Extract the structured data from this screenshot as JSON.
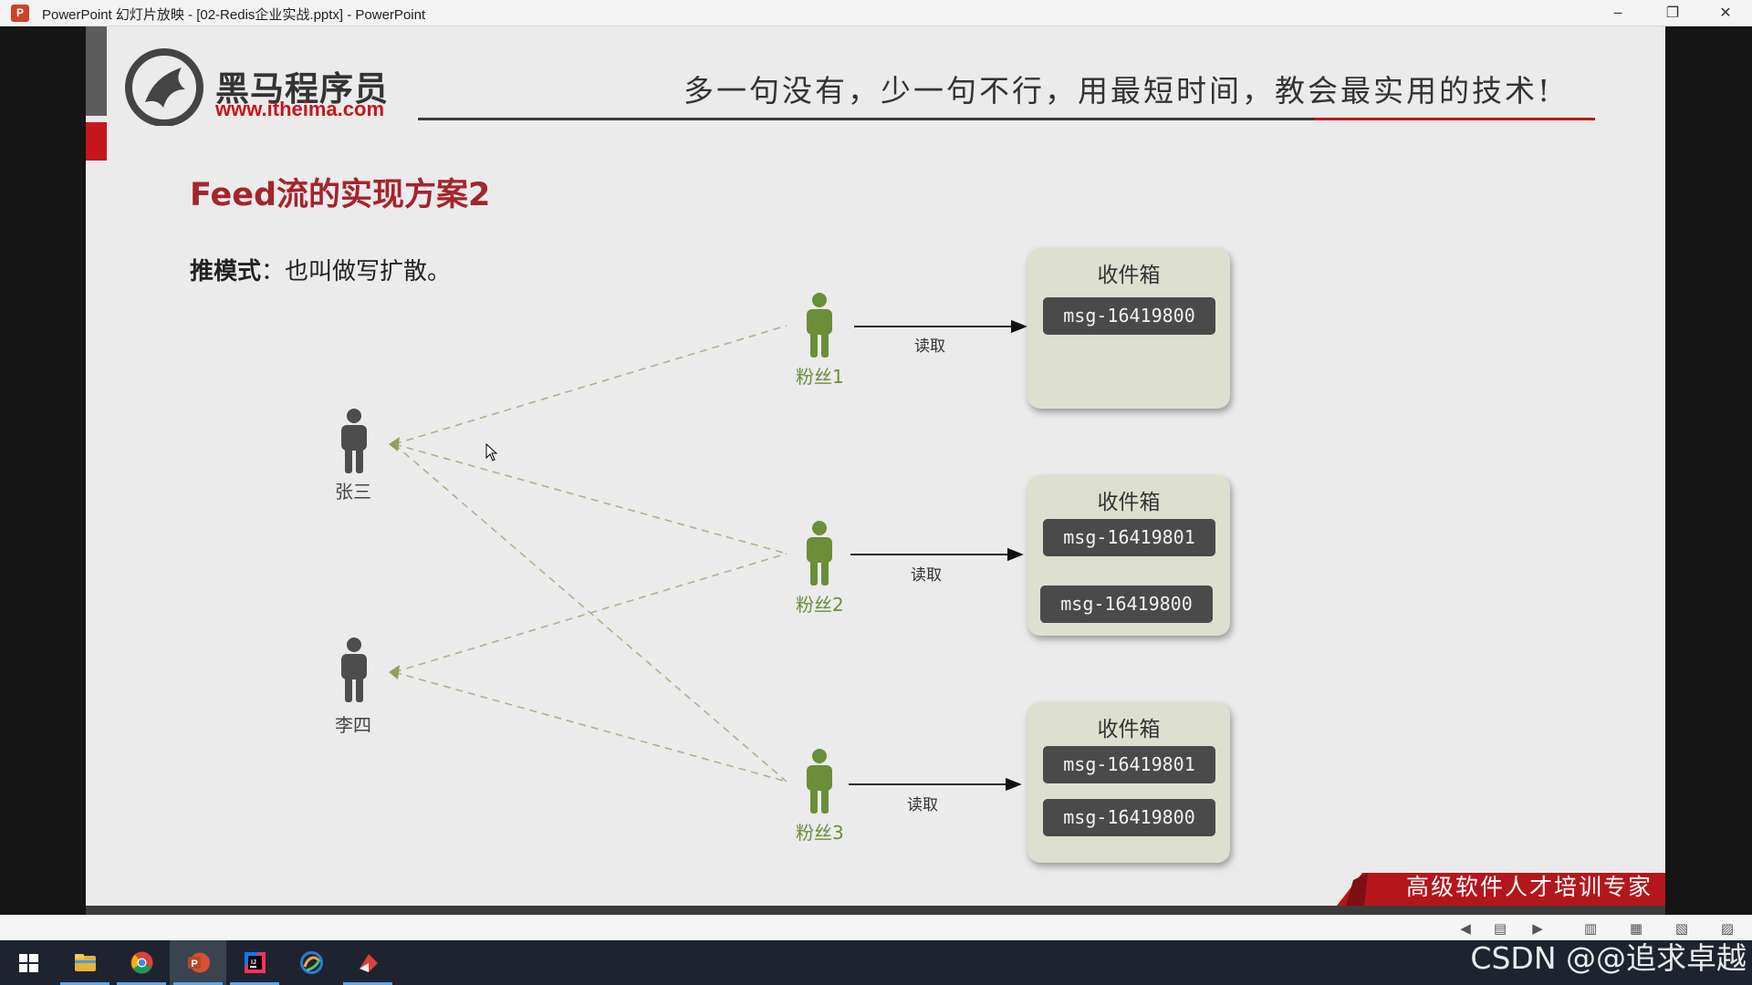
{
  "window": {
    "app_icon": "P",
    "title": "PowerPoint 幻灯片放映 - [02-Redis企业实战.pptx] - PowerPoint",
    "controls": {
      "minimize": "‒",
      "restore": "❐",
      "close": "✕"
    }
  },
  "slide": {
    "logo_cn": "黑马程序员",
    "logo_url": "www.itheima.com",
    "slogan": "多一句没有，少一句不行，用最短时间，教会最实用的技术!",
    "title": "Feed流的实现方案2",
    "description_label": "推模式",
    "description_text": "：也叫做写扩散。",
    "publishers": [
      {
        "name": "张三"
      },
      {
        "name": "李四"
      }
    ],
    "fans": [
      {
        "name": "粉丝1",
        "read_label": "读取"
      },
      {
        "name": "粉丝2",
        "read_label": "读取"
      },
      {
        "name": "粉丝3",
        "read_label": "读取"
      }
    ],
    "inboxes": [
      {
        "title": "收件箱",
        "messages": [
          "msg-16419800"
        ]
      },
      {
        "title": "收件箱",
        "messages": [
          "msg-16419801",
          "msg-16419800"
        ]
      },
      {
        "title": "收件箱",
        "messages": [
          "msg-16419801",
          "msg-16419800"
        ]
      }
    ],
    "footer_ribbon": "高级软件人才培训专家"
  },
  "slideshow_controls": [
    "◀",
    "▤",
    "▶",
    "▥",
    "▦",
    "▧",
    "▨"
  ],
  "taskbar": {
    "items": [
      {
        "name": "start-icon"
      },
      {
        "name": "file-explorer-icon"
      },
      {
        "name": "chrome-icon"
      },
      {
        "name": "powerpoint-icon"
      },
      {
        "name": "intellij-icon"
      },
      {
        "name": "browser-icon"
      },
      {
        "name": "redis-tool-icon"
      }
    ],
    "watermark": "CSDN @@追求卓越"
  },
  "colors": {
    "brand_red": "#c6161d",
    "title_red": "#a4242b",
    "fan_green": "#6b8e3a",
    "publisher_gray": "#4d4d4d",
    "inbox_bg": "#dddfd0",
    "msg_bg": "#4a4a4a"
  }
}
